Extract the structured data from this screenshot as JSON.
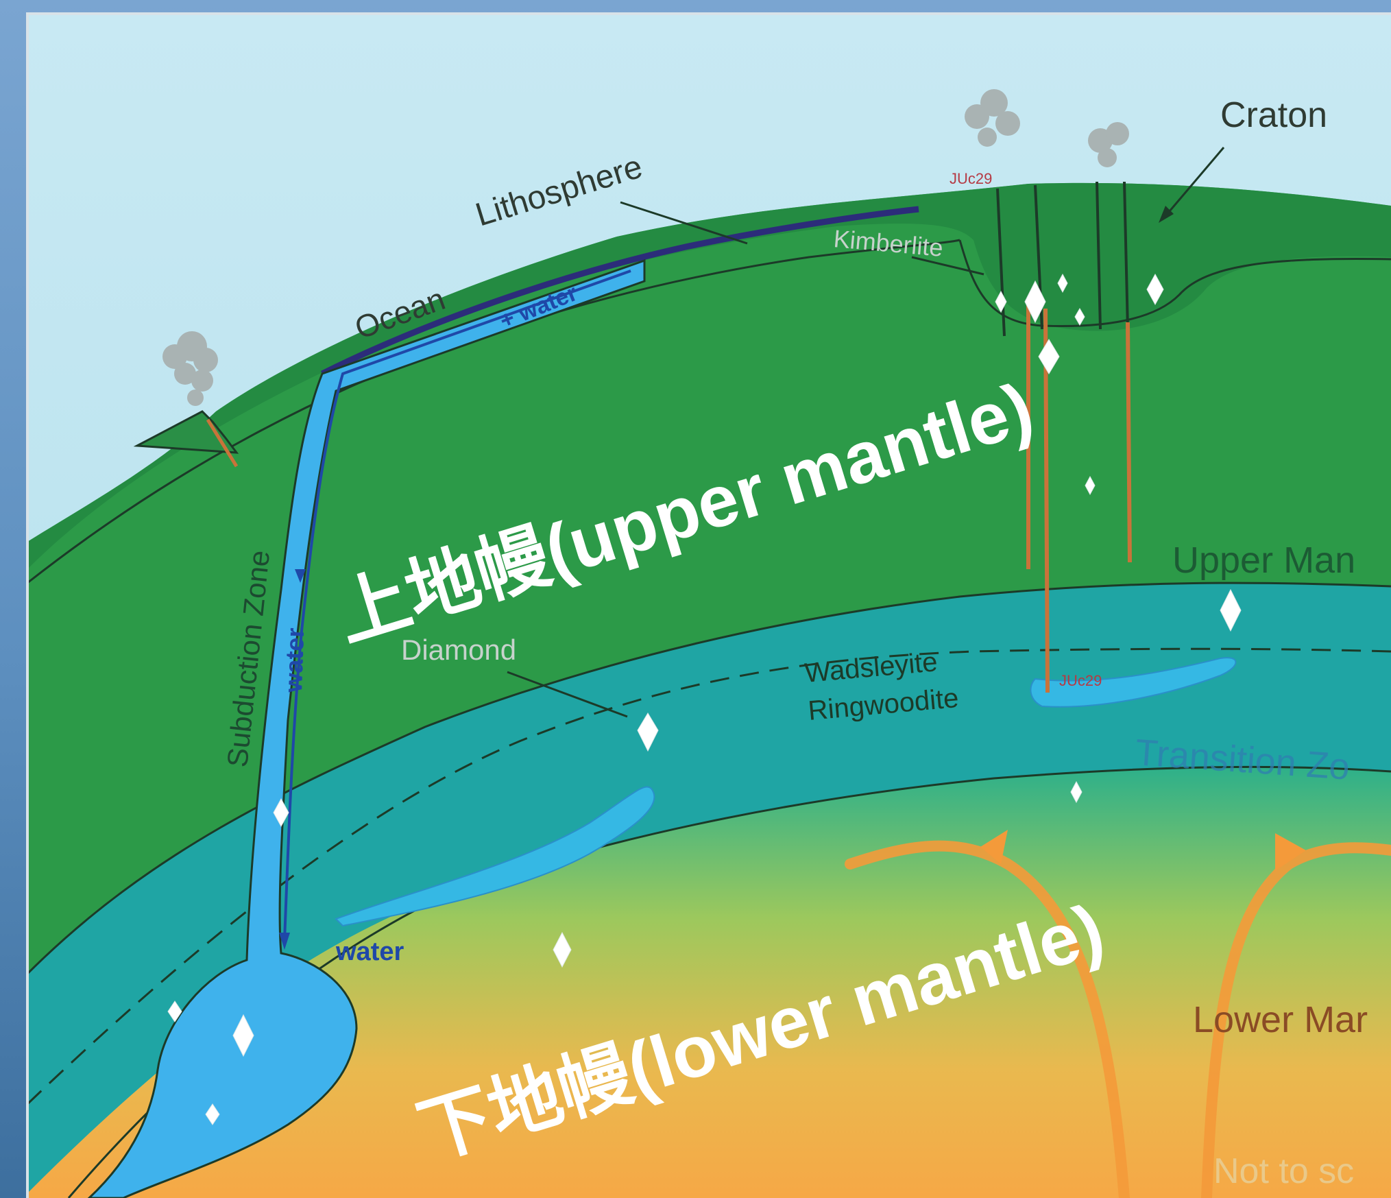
{
  "labels": {
    "craton": "Craton",
    "lithosphere": "Lithosphere",
    "ocean": "Ocean",
    "water_surface": "+ water",
    "kimberlite": "Kimberlite",
    "subduction_zone": "Subduction Zone",
    "water_slab": "water",
    "upper_mantle": "Upper Man",
    "diamond": "Diamond",
    "wadsleyite": "Wadsleyite",
    "ringwoodite": "Ringwoodite",
    "juc29_top": "JUc29",
    "juc29_mid": "JUc29",
    "transition_zone": "Transition Zo",
    "water_deep": "water",
    "lower_mantle": "Lower Mar",
    "not_to_scale": "Not to sc"
  },
  "overlay": {
    "upper": "上地幔(upper mantle)",
    "lower": "下地幔(lower mantle)"
  },
  "colors": {
    "frame_blue": "#6f9cc8",
    "sky": "#bfe4ef",
    "upper_mantle_green": "#2c9a48",
    "lithosphere_green": "#238842",
    "transition_teal": "#1fa5a4",
    "lower_mantle_top": "#2db08a",
    "lower_mantle_bottom": "#f4ad4d",
    "slab_blue": "#3fb2ec",
    "plume_orange": "#f49a3a"
  }
}
